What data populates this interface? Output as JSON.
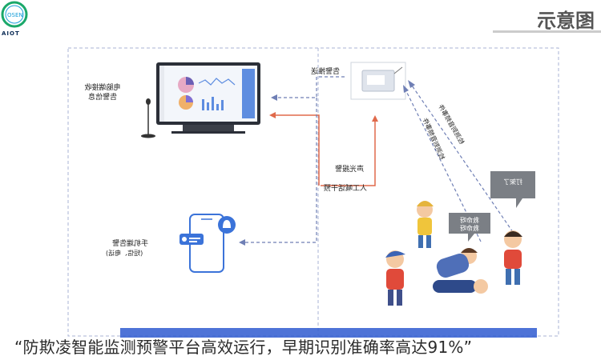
{
  "brand": {
    "logo_text": "AIOT",
    "logo_small": "OSEN"
  },
  "header": {
    "title": "图意示"
  },
  "labels": {
    "monitor": "电脑端接收\n告警信息",
    "alarm_push": "告警推送",
    "sound_light": "声光报警",
    "manual": "人工喊话干预",
    "mobile": "手机端告警",
    "mobile_sub": "(短信、电话)",
    "detect1": "检测到音频事件",
    "detect2": "检测到音频事件"
  },
  "bubbles": {
    "help1": "救命呀",
    "help2": "救命呀",
    "hit": "打架了"
  },
  "footer": {
    "caption": "“防欺凌智能监测预警平台高效运行，早期识别准确率高达91%”"
  },
  "colors": {
    "accent": "#e06a4b",
    "dash": "#6f7fb5",
    "brand": "#1a9fd9"
  }
}
